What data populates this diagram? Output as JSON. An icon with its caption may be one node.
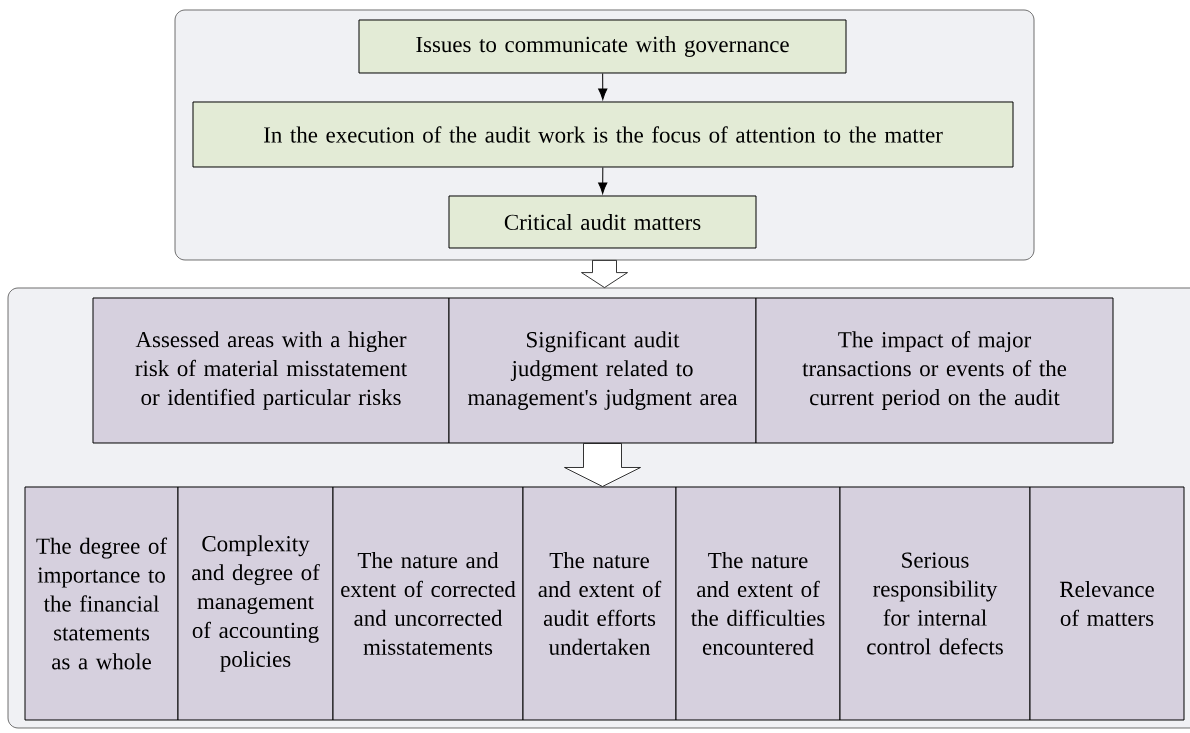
{
  "diagram": {
    "nodes": [
      {
        "text": [],
        "shape": "box"
      },
      {
        "text": [
          "Issues to communicate with governance"
        ],
        "in": 0
      },
      {
        "text": [
          "In the execution of the audit work is the focus of attention to the matter"
        ],
        "in": 0
      },
      {
        "text": [
          "Critical audit matters"
        ],
        "in": 0
      },
      {
        "text": [],
        "shape": "box"
      },
      {
        "text": [
          "Assessed areas with a higher risk of material misstatement or identified particular risks"
        ],
        "in": 4
      },
      {
        "text": [
          "Significant audit judgment related to management's judgment area"
        ],
        "in": 4
      },
      {
        "text": [
          "The impact of major transactions or events of the current period on the audit"
        ],
        "in": 4
      },
      {
        "text": [
          "The degree of importance to the financial statements as a whole"
        ],
        "in": 4
      },
      {
        "text": [
          "Complexity and degree of management of accounting policies"
        ],
        "in": 4
      },
      {
        "text": [
          "The nature and extent of corrected and uncorrected misstatements"
        ],
        "in": 4
      },
      {
        "text": [
          "The nature and extent of audit efforts undertaken"
        ],
        "in": 4
      },
      {
        "text": [
          "The nature and extent of the difficulties encountered"
        ],
        "in": 4
      },
      {
        "text": [
          "Serious responsibility for internal control defects"
        ],
        "in": 4
      },
      {
        "text": [
          "Relevance of matters"
        ],
        "in": 4
      }
    ],
    "edges": [
      {
        "from": 1,
        "to": 2,
        "arrow": "to"
      },
      {
        "from": 2,
        "to": 3,
        "arrow": "to"
      },
      {
        "from": 0,
        "to": 4,
        "arrow": "to",
        "style": "thick"
      },
      {
        "from": 6,
        "to": 11,
        "arrow": "to",
        "style": "thick"
      }
    ]
  }
}
